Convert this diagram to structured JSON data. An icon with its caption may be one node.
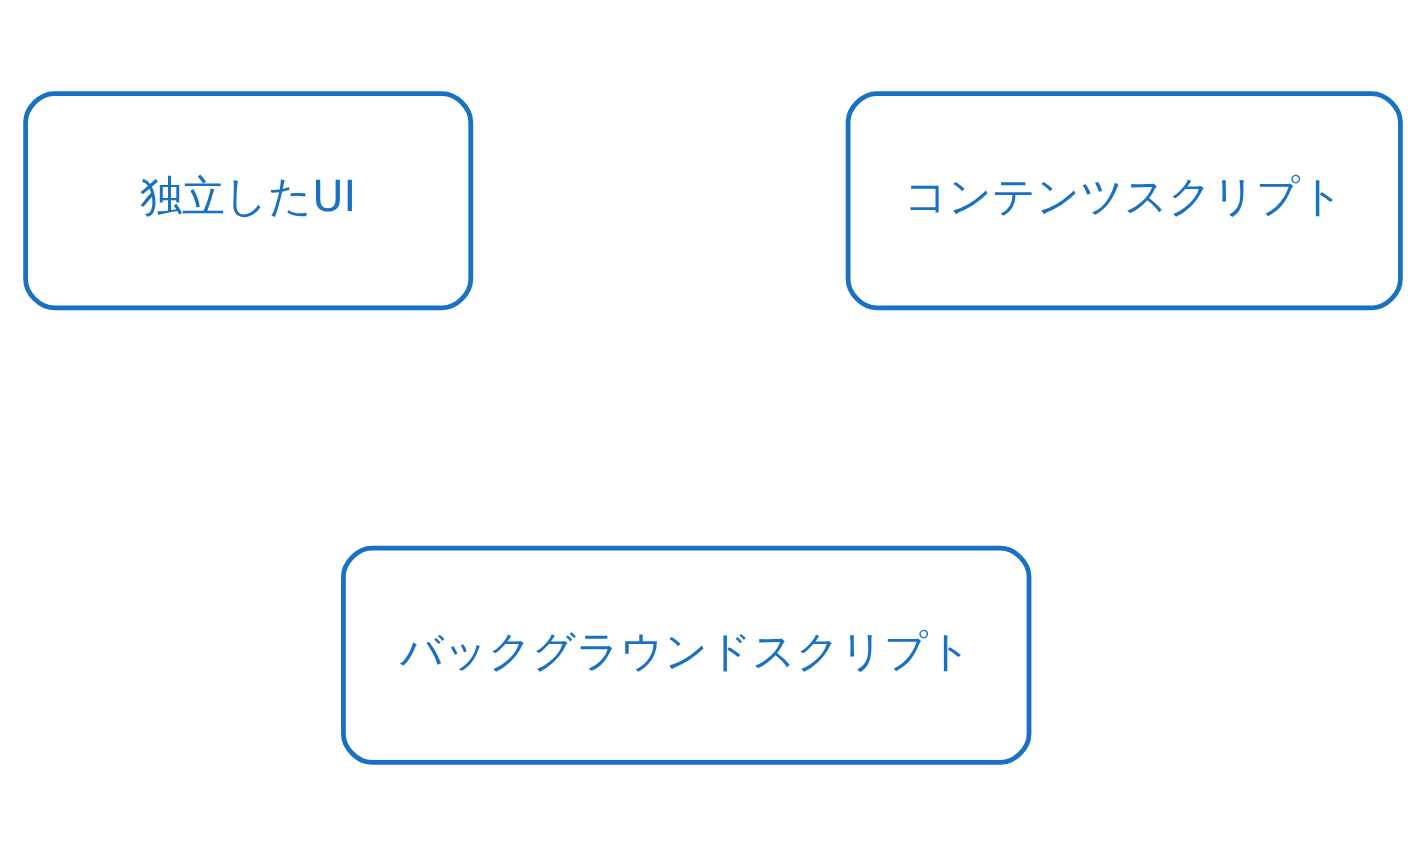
{
  "diagram": {
    "nodes": [
      {
        "text": [
          "独立したUI"
        ]
      },
      {
        "text": [
          "コンテンツスクリプト"
        ]
      },
      {
        "text": [
          "バックグラウンドスクリプト"
        ]
      }
    ],
    "edges": []
  }
}
